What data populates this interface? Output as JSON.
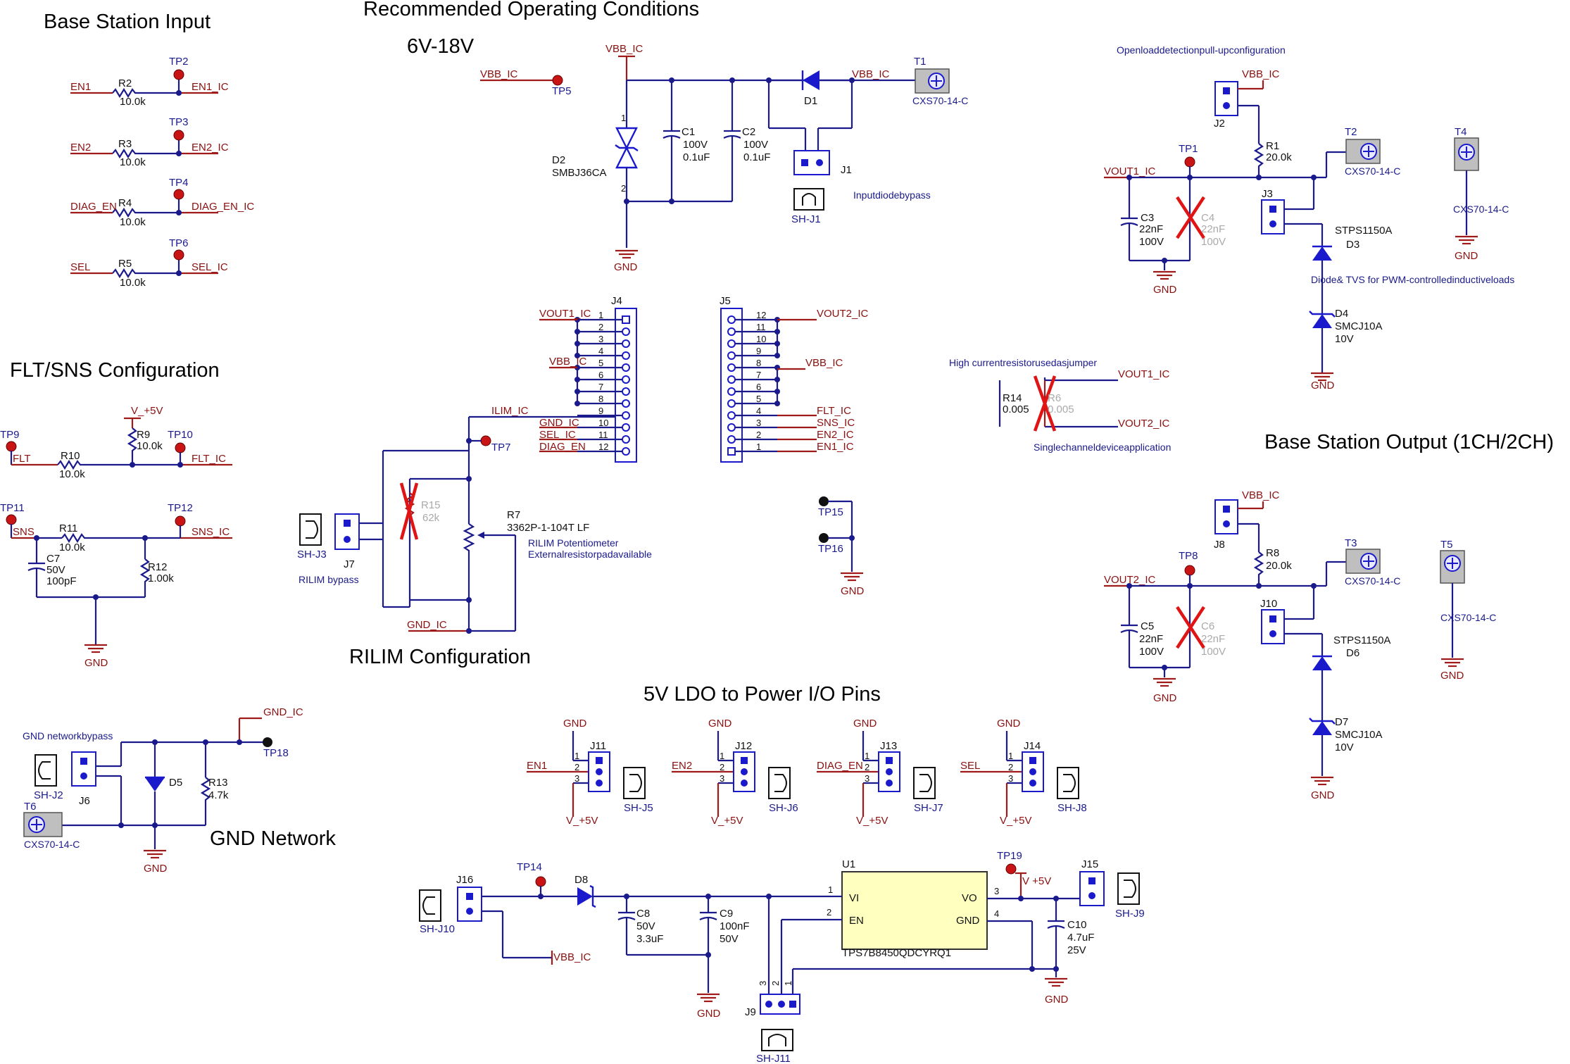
{
  "sections": {
    "base_station_input": "Base Station Input",
    "operating_conditions": "Recommended Operating Conditions",
    "voltage_range": "6V-18V",
    "flt_sns": "FLT/SNS Configuration",
    "rilim": "RILIM Configuration",
    "ldo": "5V LDO to Power I/O Pins",
    "gnd_network": "GND Network",
    "base_station_output": "Base Station Output (1CH/2CH)"
  },
  "nets": {
    "en1": "EN1",
    "en1_ic": "EN1_IC",
    "en2": "EN2",
    "en2_ic": "EN2_IC",
    "diag_en": "DIAG_EN",
    "diag_en_ic": "DIAG_EN_IC",
    "sel": "SEL",
    "sel_ic": "SEL_IC",
    "vbb_ic": "VBB_IC",
    "gnd": "GND",
    "gnd_ic": "GND_IC",
    "vout1_ic": "VOUT1_IC",
    "vout2_ic": "VOUT2_IC",
    "ilim_ic": "ILIM_IC",
    "sns_ic": "SNS_IC",
    "flt": "FLT",
    "flt_ic": "FLT_IC",
    "sns": "SNS",
    "v5": "V_+5V",
    "v5b": "V +5V",
    "v5c": "V_+5V"
  },
  "components": {
    "r2": {
      "ref": "R2",
      "value": "10.0k"
    },
    "r3": {
      "ref": "R3",
      "value": "10.0k"
    },
    "r4": {
      "ref": "R4",
      "value": "10.0k"
    },
    "r5": {
      "ref": "R5",
      "value": "10.0k"
    },
    "r9": {
      "ref": "R9",
      "value": "10.0k"
    },
    "r10": {
      "ref": "R10",
      "value": "10.0k"
    },
    "r11": {
      "ref": "R11",
      "value": "10.0k"
    },
    "r12": {
      "ref": "R12",
      "value": "1.00k"
    },
    "c7": {
      "ref": "C7",
      "v": "50V",
      "value": "100pF"
    },
    "d2": {
      "ref": "D2",
      "value": "SMBJ36CA"
    },
    "c1": {
      "ref": "C1",
      "v": "100V",
      "value": "0.1uF"
    },
    "c2": {
      "ref": "C2",
      "v": "100V",
      "value": "0.1uF"
    },
    "d1": {
      "ref": "D1"
    },
    "j1": {
      "ref": "J1",
      "note": "Inputdiodebypass"
    },
    "shj1": "SH-J1",
    "t1": {
      "ref": "T1",
      "value": "CXS70-14-C"
    },
    "r15": {
      "ref": "R15",
      "value": "62k"
    },
    "r7": {
      "ref": "R7",
      "value": "3362P-1-104T  LF",
      "note1": "RILIM Potentiometer",
      "note2": "Externalresistorpadavailable"
    },
    "j7": "J7",
    "shj3": "SH-J3",
    "rilim_bypass": "RILIM bypass",
    "j4": "J4",
    "j5": "J5",
    "r14": {
      "ref": "R14",
      "value": "0.005"
    },
    "r6": {
      "ref": "R6",
      "value": "0.005"
    },
    "jumper_note": "High currentresistorusedasjumper",
    "single_note": "Singlechanneldeviceapplication",
    "openload_note": "Openloaddetectionpull-upconfiguration",
    "j2": "J2",
    "r1": {
      "ref": "R1",
      "value": "20.0k"
    },
    "t2": {
      "ref": "T2",
      "value": "CXS70-14-C"
    },
    "t4": {
      "ref": "T4",
      "value": "CXS70-14-C"
    },
    "c3": {
      "ref": "C3",
      "value": "22nF",
      "v": "100V"
    },
    "c4": {
      "ref": "C4",
      "value": "22nF",
      "v": "100V"
    },
    "j3": "J3",
    "d3": {
      "ref": "D3",
      "value": "STPS1150A"
    },
    "d4": {
      "ref": "D4",
      "value": "SMCJ10A",
      "v": "10V"
    },
    "diode_note": "Diode& TVS for PWM-controlledinductiveloads",
    "j8": "J8",
    "r8": {
      "ref": "R8",
      "value": "20.0k"
    },
    "t3": {
      "ref": "T3",
      "value": "CXS70-14-C"
    },
    "t5": {
      "ref": "T5",
      "value": "CXS70-14-C"
    },
    "c5": {
      "ref": "C5",
      "value": "22nF",
      "v": "100V"
    },
    "c6": {
      "ref": "C6",
      "value": "22nF",
      "v": "100V"
    },
    "j10": "J10",
    "d6": {
      "ref": "D6",
      "value": "STPS1150A"
    },
    "d7": {
      "ref": "D7",
      "value": "SMCJ10A",
      "v": "10V"
    },
    "gnd_bypass": "GND networkbypass",
    "j6": "J6",
    "shj2": "SH-J2",
    "d5": "D5",
    "r13": {
      "ref": "R13",
      "value": "4.7k"
    },
    "t6": {
      "ref": "T6",
      "value": "CXS70-14-C"
    },
    "j11": "J11",
    "j12": "J12",
    "j13": "J13",
    "j14": "J14",
    "shj5": "SH-J5",
    "shj6": "SH-J6",
    "shj7": "SH-J7",
    "shj8": "SH-J8",
    "j16": "J16",
    "shj10": "SH-J10",
    "d8": "D8",
    "c8": {
      "ref": "C8",
      "v": "50V",
      "value": "3.3uF"
    },
    "c9": {
      "ref": "C9",
      "value": "100nF",
      "v": "50V"
    },
    "u1": {
      "ref": "U1",
      "part": "TPS7B8450QDCYRQ1",
      "vi": "VI",
      "en": "EN",
      "vo": "VO",
      "gnd": "GND"
    },
    "c10": {
      "ref": "C10",
      "value": "4.7uF",
      "v": "25V"
    },
    "j15": "J15",
    "shj9": "SH-J9",
    "j9": "J9",
    "shj11": "SH-J11"
  },
  "testpoints": {
    "tp2": "TP2",
    "tp3": "TP3",
    "tp4": "TP4",
    "tp6": "TP6",
    "tp5": "TP5",
    "tp9": "TP9",
    "tp10": "TP10",
    "tp11": "TP11",
    "tp12": "TP12",
    "tp7": "TP7",
    "tp15": "TP15",
    "tp16": "TP16",
    "tp1": "TP1",
    "tp8": "TP8",
    "tp18": "TP18",
    "tp14": "TP14",
    "tp19": "TP19"
  },
  "j4_pins": [
    "1",
    "2",
    "3",
    "4",
    "5",
    "6",
    "7",
    "8",
    "9",
    "10",
    "11",
    "12"
  ],
  "j5_pins": [
    "12",
    "11",
    "10",
    "9",
    "8",
    "7",
    "6",
    "5",
    "4",
    "3",
    "2",
    "1"
  ],
  "pin_nums": {
    "p1": "1",
    "p2": "2",
    "p3": "3",
    "p4": "4"
  }
}
